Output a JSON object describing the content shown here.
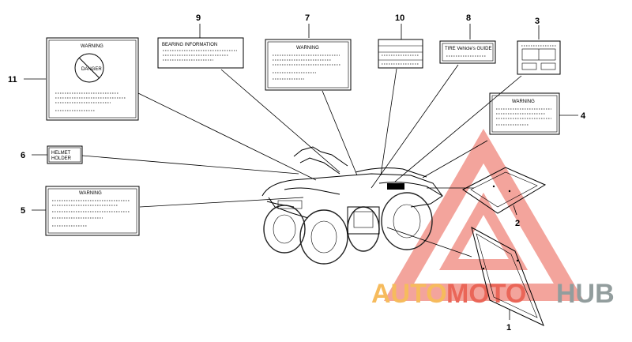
{
  "callouts": [
    "1",
    "2",
    "3",
    "4",
    "5",
    "6",
    "7",
    "8",
    "9",
    "10",
    "11"
  ],
  "labels": {
    "warning": "WARNING",
    "helmet_line1": "HELMET",
    "helmet_line2": "HOLDER",
    "bearing": "BEARING INFORMATION",
    "tire_box": "TIRE Vehicle's GUIDE",
    "danger": "DANGER"
  },
  "watermark": {
    "part1": "AUTO",
    "part2": "MOTO",
    "part3": "HUB",
    "colors": {
      "auto": "#f5b041",
      "moto": "#e74c3c",
      "hub": "#7f8c8d",
      "triangle": "#e74c3c"
    }
  }
}
